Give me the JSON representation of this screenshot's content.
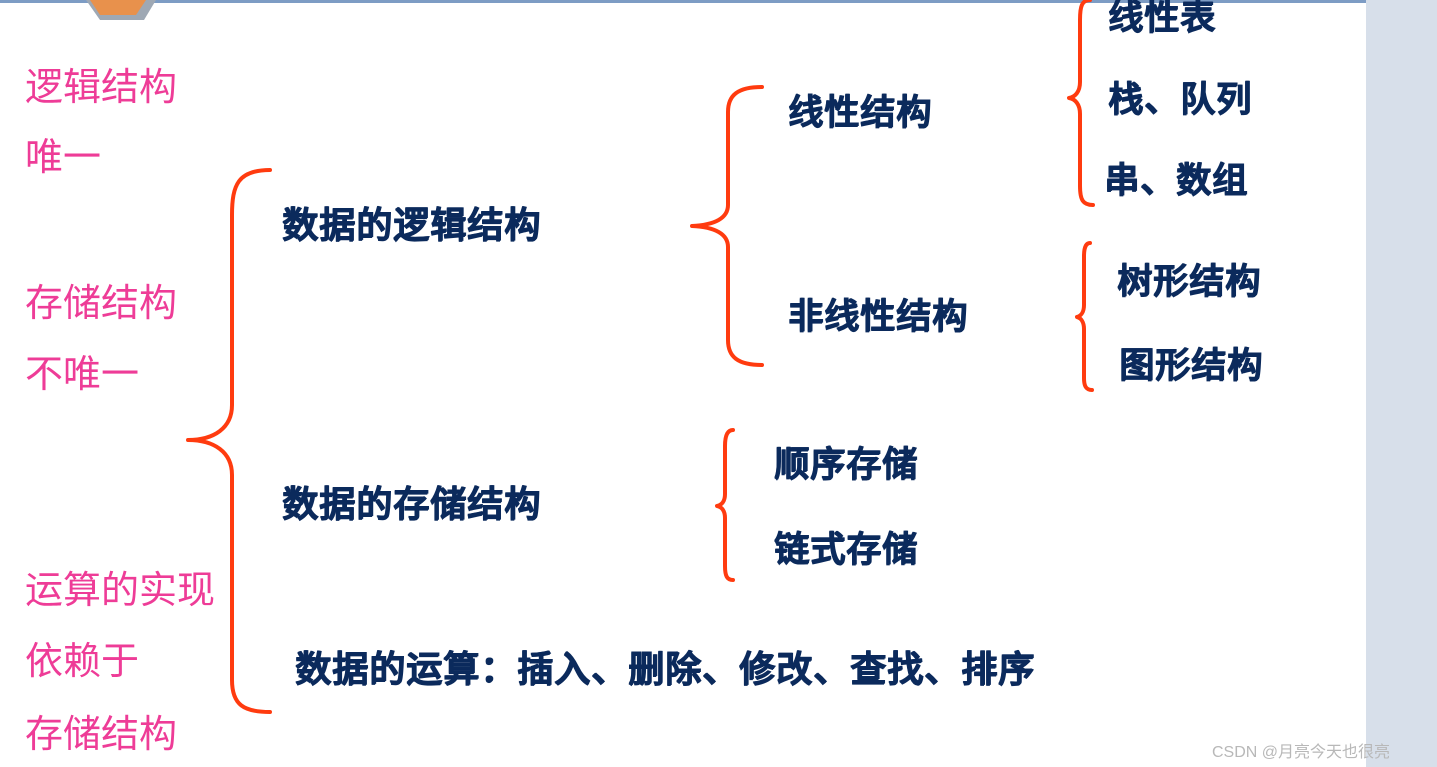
{
  "colors": {
    "brace": "#ff3b0f",
    "note": "#ee3c97",
    "node": "#0b2a5c",
    "frame": "#7d9cc4",
    "side_panel": "#d7dfea"
  },
  "notes": [
    "逻辑结构",
    "唯一",
    "存储结构",
    "不唯一",
    "运算的实现",
    "依赖于",
    "存储结构"
  ],
  "tree": {
    "logical": {
      "label": "数据的逻辑结构",
      "linear": {
        "label": "线性结构",
        "children": [
          "线性表",
          "栈、队列",
          "串、数组"
        ]
      },
      "nonlinear": {
        "label": "非线性结构",
        "children": [
          "树形结构",
          "图形结构"
        ]
      }
    },
    "storage": {
      "label": "数据的存储结构",
      "children": [
        "顺序存储",
        "链式存储"
      ]
    },
    "operations": "数据的运算：插入、删除、修改、查找、排序"
  },
  "watermark": "CSDN @月亮今天也很亮"
}
